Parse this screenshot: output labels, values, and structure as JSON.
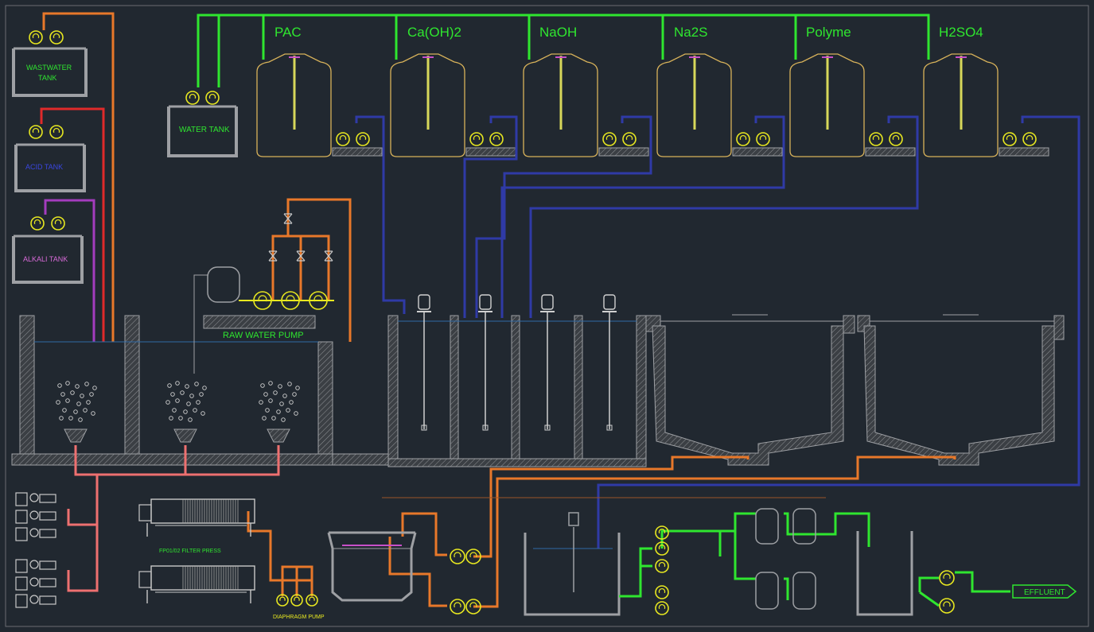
{
  "labels": {
    "tanks_top": [
      "PAC",
      "Ca(OH)2",
      "NaOH",
      "Na2S",
      "Polyme",
      "H2SO4"
    ],
    "wastewater_tank": [
      "WASTWATER",
      "TANK"
    ],
    "acid_tank": "ACID TANK",
    "alkali_tank": "ALKALI TANK",
    "water_tank": "WATER TANK",
    "raw_water_pump": "RAW WATER PUMP",
    "filter_press": "FP01/02 FILTER PRESS",
    "diaphragm_pump": "DIAPHRAGM PUMP",
    "effluent": "EFFLUENT"
  },
  "colors": {
    "background": "#212830",
    "structure": "#9ea0a4",
    "green_pipe": "#2fe62f",
    "orange_pipe": "#e8782a",
    "red_pipe": "#e02a2a",
    "purple_pipe": "#a43cbe",
    "blue_pipe": "#2f3aa6",
    "pink_pipe": "#ee7070",
    "pump_yellow": "#e8e820",
    "tank_outline": "#d8b25a",
    "text_green": "#2fe62f",
    "text_pink": "#d86ad8",
    "text_blue": "#3a46e0"
  }
}
